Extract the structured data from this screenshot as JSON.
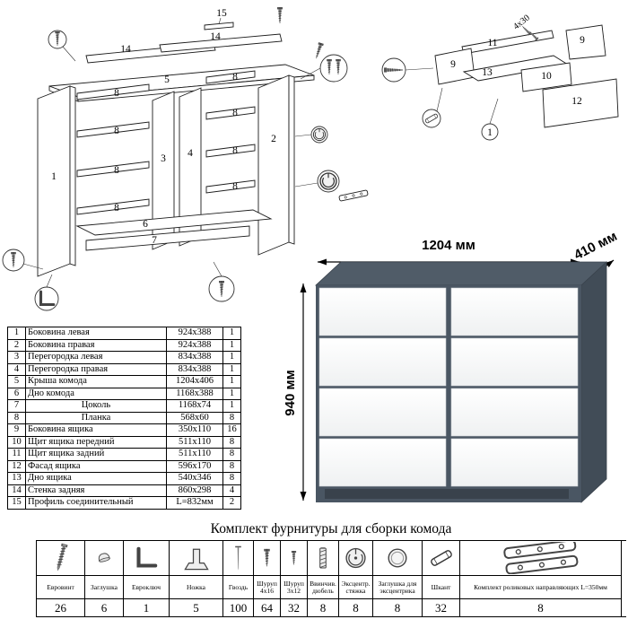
{
  "product": {
    "dim_width": "1204 мм",
    "dim_depth": "410 мм",
    "dim_height": "940 мм",
    "frame_color": "#4a5663",
    "drawer_color": "#f7f8f8"
  },
  "parts_table": {
    "rows": [
      {
        "num": "1",
        "name": "Боковина левая",
        "size": "924x388",
        "qty": "1"
      },
      {
        "num": "2",
        "name": "Боковина правая",
        "size": "924x388",
        "qty": "1"
      },
      {
        "num": "3",
        "name": "Перегородка левая",
        "size": "834x388",
        "qty": "1"
      },
      {
        "num": "4",
        "name": "Перегородка правая",
        "size": "834x388",
        "qty": "1"
      },
      {
        "num": "5",
        "name": "Крыша комода",
        "size": "1204x406",
        "qty": "1"
      },
      {
        "num": "6",
        "name": "Дно комода",
        "size": "1168x388",
        "qty": "1"
      },
      {
        "num": "7",
        "name": "Цоколь",
        "size": "1168x74",
        "qty": "1"
      },
      {
        "num": "8",
        "name": "Планка",
        "size": "568x60",
        "qty": "8"
      },
      {
        "num": "9",
        "name": "Боковина ящика",
        "size": "350x110",
        "qty": "16"
      },
      {
        "num": "10",
        "name": "Щит ящика передний",
        "size": "511x110",
        "qty": "8"
      },
      {
        "num": "11",
        "name": "Щит ящика задний",
        "size": "511x110",
        "qty": "8"
      },
      {
        "num": "12",
        "name": "Фасад ящика",
        "size": "596x170",
        "qty": "8"
      },
      {
        "num": "13",
        "name": "Дно ящика",
        "size": "540x346",
        "qty": "8"
      },
      {
        "num": "14",
        "name": "Стенка задняя",
        "size": "860x298",
        "qty": "4"
      },
      {
        "num": "15",
        "name": "Профиль соединительный",
        "size": "L=832мм",
        "qty": "2"
      }
    ]
  },
  "hardware": {
    "title": "Комплект фурнитуры для сборки комода",
    "items": [
      {
        "name": "Евровинт",
        "qty": "26",
        "icon": "euro-screw-icon"
      },
      {
        "name": "Заглушка",
        "qty": "6",
        "icon": "plug-cap-icon"
      },
      {
        "name": "Евроключ",
        "qty": "1",
        "icon": "hex-key-icon"
      },
      {
        "name": "Ножка",
        "qty": "5",
        "icon": "furniture-leg-icon"
      },
      {
        "name": "Гвоздь",
        "qty": "100",
        "icon": "nail-icon"
      },
      {
        "name": "Шуруп 4х16",
        "qty": "64",
        "icon": "screw-4x16-icon"
      },
      {
        "name": "Шуруп 3х12",
        "qty": "32",
        "icon": "screw-3x12-icon"
      },
      {
        "name": "Ввинчив. дюбель",
        "qty": "8",
        "icon": "threaded-dowel-icon"
      },
      {
        "name": "Эксцентр. стяжка",
        "qty": "8",
        "icon": "cam-lock-icon"
      },
      {
        "name": "Заглушка для эксцентрика",
        "qty": "8",
        "icon": "cam-cap-icon"
      },
      {
        "name": "Шкант",
        "qty": "32",
        "icon": "wood-dowel-icon"
      },
      {
        "name": "Комплект роликовых направляющих L=350мм",
        "qty": "8",
        "icon": "drawer-slide-icon"
      }
    ]
  },
  "diagram_main": {
    "labels": [
      "15",
      "14",
      "14",
      "5",
      "1",
      "8",
      "8",
      "8",
      "8",
      "3",
      "4",
      "8",
      "8",
      "8",
      "8",
      "2",
      "6",
      "7"
    ]
  },
  "diagram_drawer": {
    "labels": [
      "11",
      "9",
      "9",
      "13",
      "10",
      "12"
    ],
    "note": "4x30",
    "callout": "1"
  }
}
